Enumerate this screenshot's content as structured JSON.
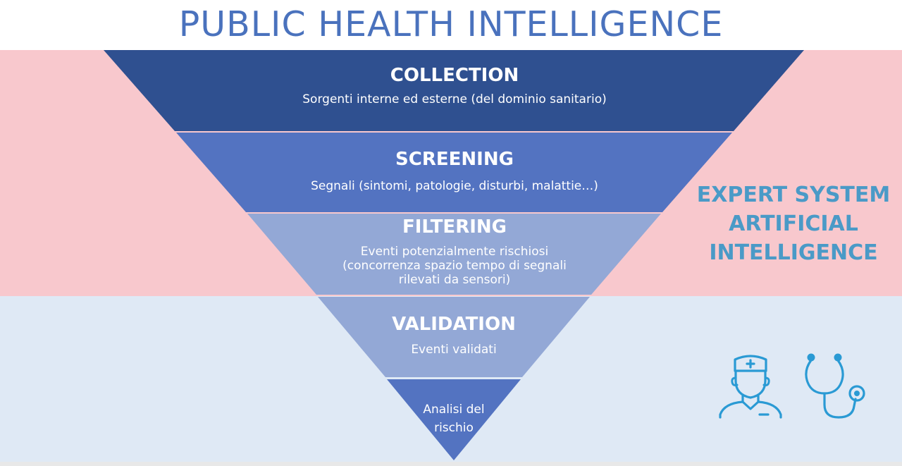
{
  "title": "PUBLIC HEALTH INTELLIGENCE",
  "colors": {
    "title": "#4a72bd",
    "band_top": "#f8c8cd",
    "band_bottom": "#dfe9f5",
    "layer_collection": "#2f5090",
    "layer_screening": "#5373c1",
    "layer_filtering": "#93a8d6",
    "layer_validation": "#93a8d6",
    "layer_analisi": "#5373c1",
    "expert_text": "#4a9ac7",
    "icon_stroke": "#2a9ad4"
  },
  "funnel": {
    "layers": [
      {
        "title": "COLLECTION",
        "subtitle_lines": [
          "Sorgenti interne ed esterne (del dominio sanitario)"
        ]
      },
      {
        "title": "SCREENING",
        "subtitle_lines": [
          "Segnali (sintomi, patologie, disturbi, malattie…)"
        ]
      },
      {
        "title": "FILTERING",
        "subtitle_lines": [
          "Eventi potenzialmente rischiosi",
          "(concorrenza spazio tempo di segnali",
          "rilevati da sensori)"
        ]
      },
      {
        "title": "VALIDATION",
        "subtitle_lines": [
          "Eventi validati"
        ]
      },
      {
        "title": "",
        "subtitle_lines": [
          "Analisi del",
          "rischio"
        ]
      }
    ]
  },
  "expert": {
    "lines": [
      "EXPERT SYSTEM",
      "ARTIFICIAL",
      "INTELLIGENCE"
    ]
  },
  "icons": {
    "doctor": "doctor-icon",
    "stethoscope": "stethoscope-icon"
  }
}
